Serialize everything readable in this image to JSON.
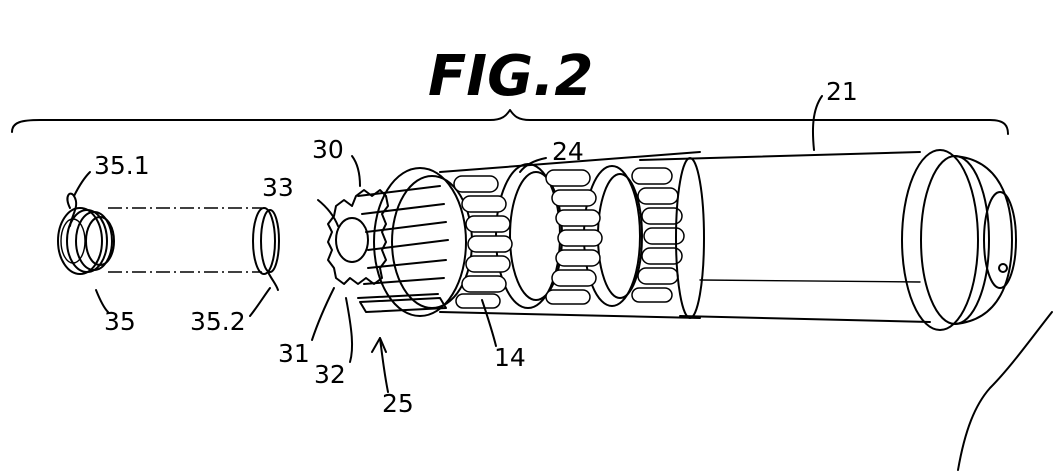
{
  "figure": {
    "title": "FIG.2"
  },
  "labels": {
    "l21": "21",
    "l24": "24",
    "l30": "30",
    "l33": "33",
    "l35_1": "35.1",
    "l35": "35",
    "l35_2": "35.2",
    "l31": "31",
    "l32": "32",
    "l14": "14",
    "l25": "25"
  }
}
